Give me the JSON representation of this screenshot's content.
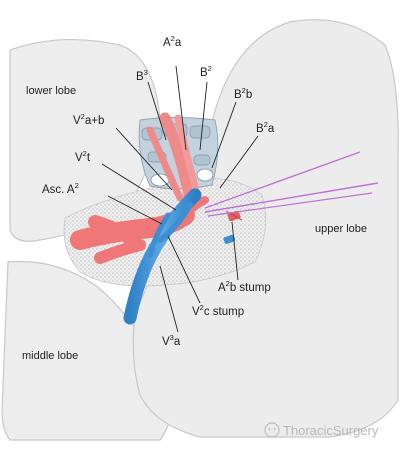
{
  "lobes": {
    "lower": "lower lobe",
    "upper": "upper lobe",
    "middle": "middle lobe"
  },
  "labels": {
    "b3": {
      "base": "B",
      "sup": "3",
      "sub": ""
    },
    "a2a": {
      "base": "A",
      "sup": "2",
      "sub": "a"
    },
    "b2": {
      "base": "B",
      "sup": "2",
      "sub": ""
    },
    "b2b": {
      "base": "B",
      "sup": "2",
      "sub": "b"
    },
    "b2a": {
      "base": "B",
      "sup": "2",
      "sub": "a"
    },
    "v2ab": {
      "base": "V",
      "sup": "2",
      "sub": "a+b"
    },
    "v2t": {
      "base": "V",
      "sup": "2",
      "sub": "t"
    },
    "asca2": {
      "base": "Asc. A",
      "sup": "2",
      "sub": ""
    },
    "a2bstump": {
      "base": "A",
      "sup": "2",
      "sub": "b stump"
    },
    "v2cstump": {
      "base": "V",
      "sup": "2",
      "sub": "c stump"
    },
    "v3a": {
      "base": "V",
      "sup": "3",
      "sub": "a"
    }
  },
  "watermark": "ThoracicSurgery",
  "colors": {
    "lung": "#ececec",
    "lung_edge": "#c9c9c9",
    "artery": "#f07a7a",
    "vein": "#3d8fd1",
    "bronchus": "#b9c9d6",
    "sutures": "#c070d8"
  }
}
